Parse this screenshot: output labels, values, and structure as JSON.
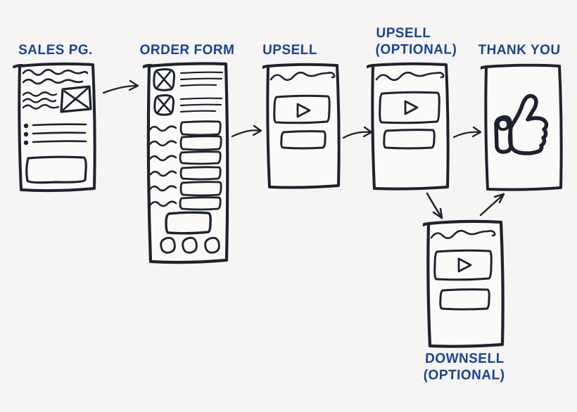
{
  "colors": {
    "label": "#1a4494",
    "ink": "#1d222e",
    "paper": "#fbfaf8",
    "bg": "#f6f5f3"
  },
  "steps": {
    "sales_page": {
      "label": "SALES PG."
    },
    "order_form": {
      "label": "ORDER FORM"
    },
    "upsell": {
      "label": "UPSELL"
    },
    "upsell_optional": {
      "label_line1": "UPSELL",
      "label_line2": "(OPTIONAL)"
    },
    "thank_you": {
      "label": "THANK YOU"
    },
    "downsell_optional": {
      "label_line1": "DOWNSELL",
      "label_line2": "(OPTIONAL)"
    }
  },
  "connections": [
    {
      "from": "sales_page",
      "to": "order_form"
    },
    {
      "from": "order_form",
      "to": "upsell"
    },
    {
      "from": "upsell",
      "to": "upsell_optional"
    },
    {
      "from": "upsell_optional",
      "to": "thank_you"
    },
    {
      "from": "upsell_optional",
      "to": "downsell_optional"
    },
    {
      "from": "downsell_optional",
      "to": "thank_you"
    }
  ]
}
